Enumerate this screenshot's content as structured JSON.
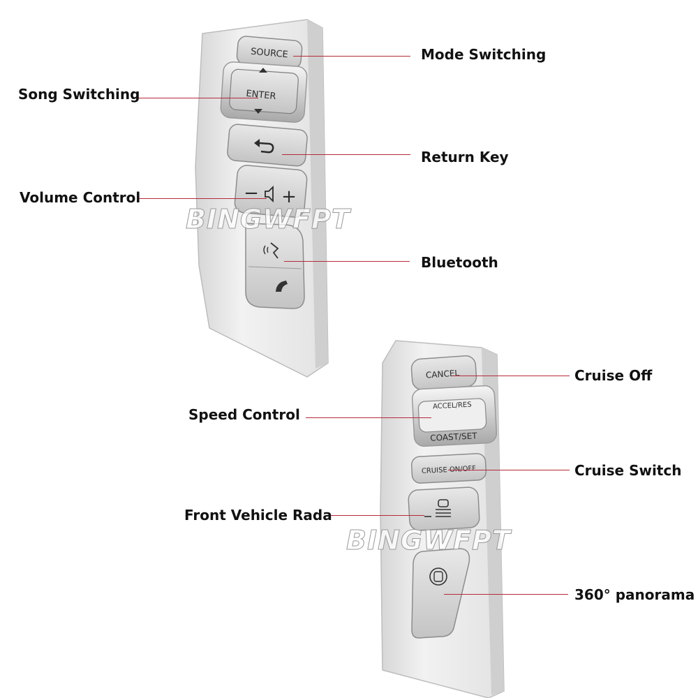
{
  "watermark": "BINGWFPT",
  "colors": {
    "leader_line": "#b52a3a",
    "panel": "#e9e9e9",
    "button": "#d4d4d4"
  },
  "left_panel": {
    "buttons": {
      "source": "SOURCE",
      "enter": "ENTER",
      "return_icon": "return-arrow-icon",
      "volume_minus": "−",
      "volume_plus": "+",
      "volume_icon": "speaker-icon",
      "voice_icon": "voice-command-icon",
      "phone_icon": "phone-icon"
    },
    "callouts": {
      "mode": "Mode Switching",
      "song": "Song Switching",
      "return": "Return Key",
      "volume": "Volume Control",
      "bluetooth": "Bluetooth"
    }
  },
  "right_panel": {
    "buttons": {
      "cancel": "CANCEL",
      "accel": "ACCEL/RES",
      "coast": "COAST/SET",
      "cruise": "CRUISE ON/OFF",
      "radar_icon": "front-vehicle-radar-icon",
      "panorama_icon": "panorama-camera-icon"
    },
    "callouts": {
      "cruise_off": "Cruise Off",
      "speed": "Speed Control",
      "cruise_switch": "Cruise Switch",
      "radar": "Front Vehicle Rada",
      "panorama": "360° panorama"
    }
  }
}
